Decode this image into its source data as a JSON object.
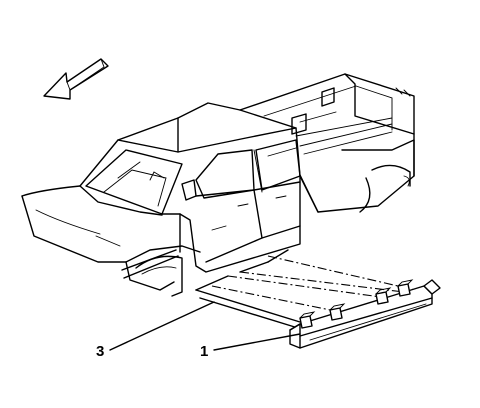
{
  "callouts": [
    {
      "id": "3",
      "label": "3"
    },
    {
      "id": "1",
      "label": "1"
    }
  ],
  "icons": {
    "direction_arrow": "forward-direction-arrow-icon"
  }
}
